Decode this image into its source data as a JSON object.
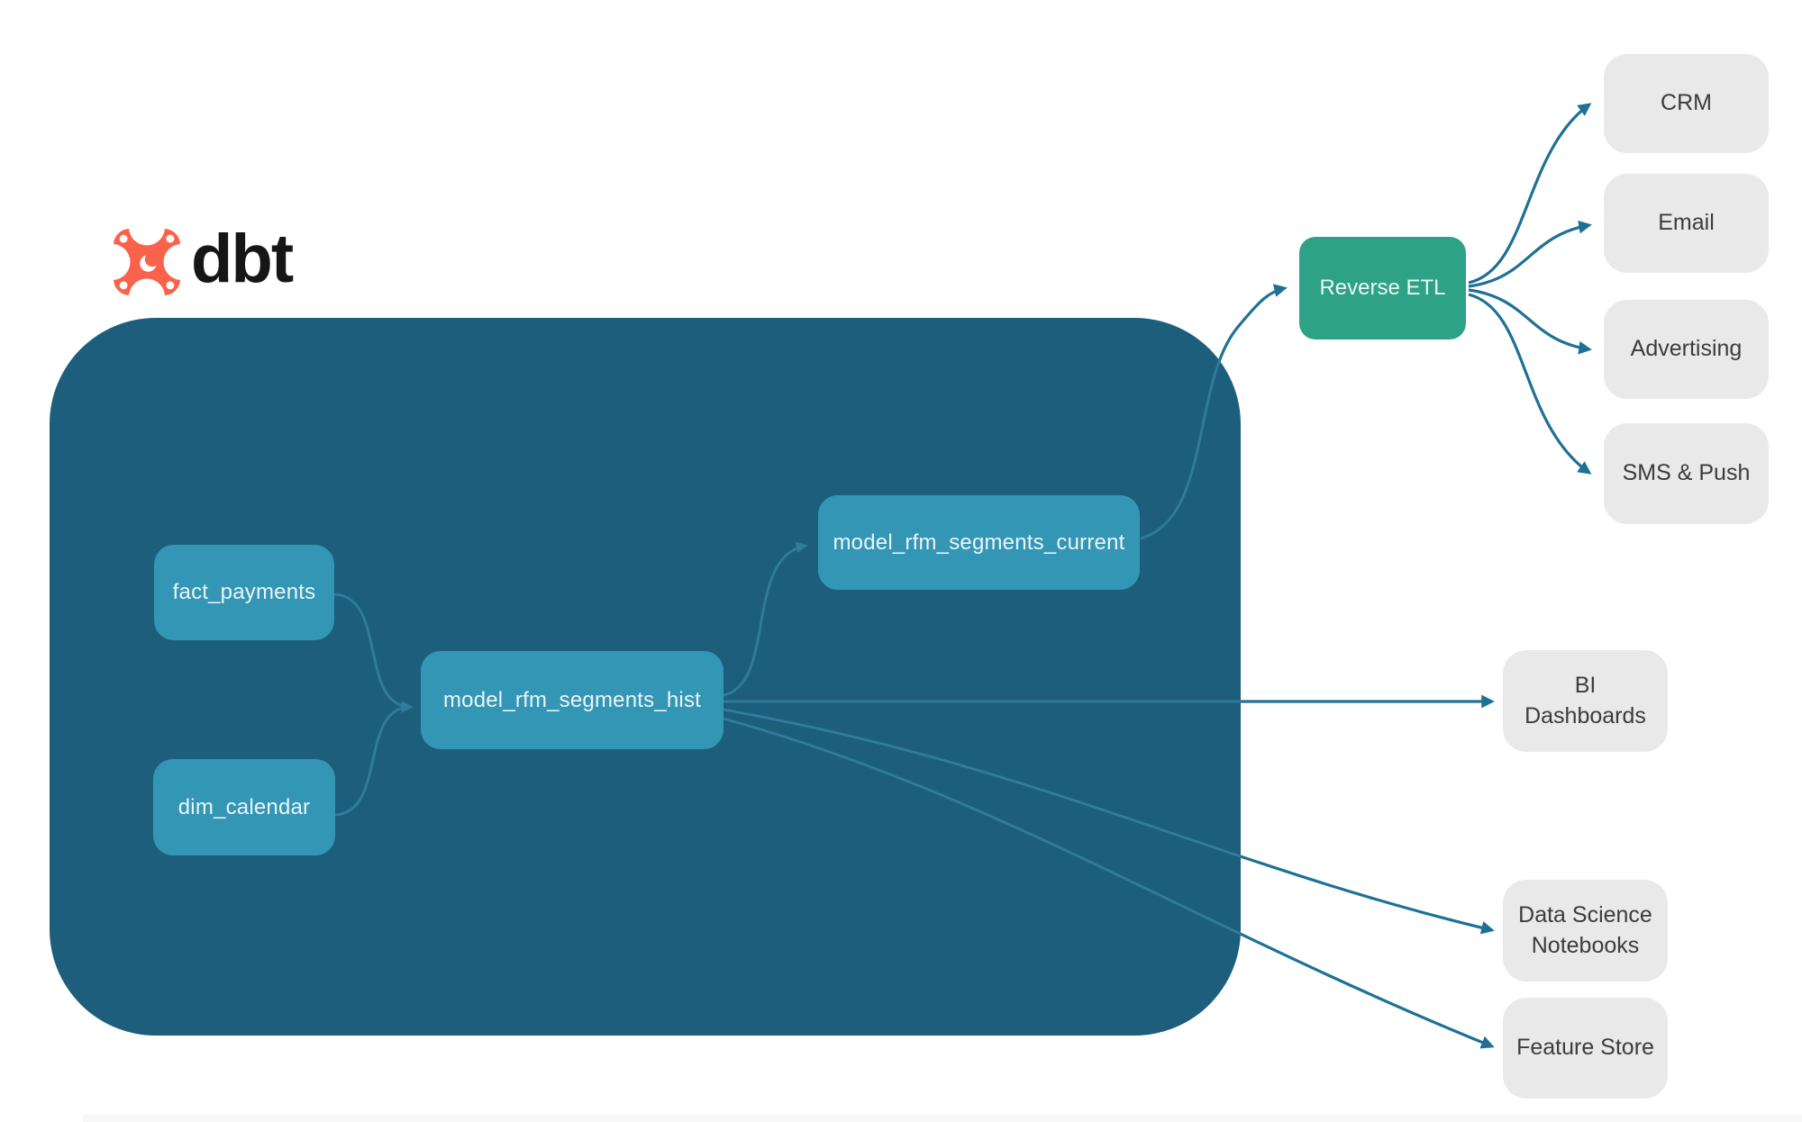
{
  "logo": {
    "brand": "dbt",
    "icon": "dbt-star-icon"
  },
  "warehouse": {
    "name": "dbt warehouse container",
    "sources": [
      {
        "label": "fact_payments"
      },
      {
        "label": "dim_calendar"
      }
    ],
    "models": [
      {
        "label": "model_rfm_segments_hist"
      },
      {
        "label": "model_rfm_segments_current"
      }
    ]
  },
  "activation": {
    "label": "Reverse ETL"
  },
  "destinations": [
    {
      "label": "CRM"
    },
    {
      "label": "Email"
    },
    {
      "label": "Advertising"
    },
    {
      "label": "SMS & Push"
    },
    {
      "label": "BI Dashboards"
    },
    {
      "label": "Data Science Notebooks"
    },
    {
      "label": "Feature Store"
    }
  ],
  "edges": [
    {
      "from": "fact_payments",
      "to": "model_rfm_segments_hist"
    },
    {
      "from": "dim_calendar",
      "to": "model_rfm_segments_hist"
    },
    {
      "from": "model_rfm_segments_hist",
      "to": "model_rfm_segments_current"
    },
    {
      "from": "model_rfm_segments_hist",
      "to": "BI Dashboards"
    },
    {
      "from": "model_rfm_segments_hist",
      "to": "Data Science Notebooks"
    },
    {
      "from": "model_rfm_segments_hist",
      "to": "Feature Store"
    },
    {
      "from": "model_rfm_segments_current",
      "to": "Reverse ETL"
    },
    {
      "from": "Reverse ETL",
      "to": "CRM"
    },
    {
      "from": "Reverse ETL",
      "to": "Email"
    },
    {
      "from": "Reverse ETL",
      "to": "Advertising"
    },
    {
      "from": "Reverse ETL",
      "to": "SMS & Push"
    }
  ],
  "colors": {
    "container": "#1E5E7D",
    "node": "#3496B5",
    "node-text": "#EAF5F9",
    "edge-light": "#2F7C9C",
    "edge-dark": "#1F7096",
    "accent-green": "#2EA287",
    "dest-bg": "#E9E9E9",
    "dest-text": "#3C3C3C",
    "brand-orange": "#F9634B",
    "brand-black": "#161616"
  }
}
